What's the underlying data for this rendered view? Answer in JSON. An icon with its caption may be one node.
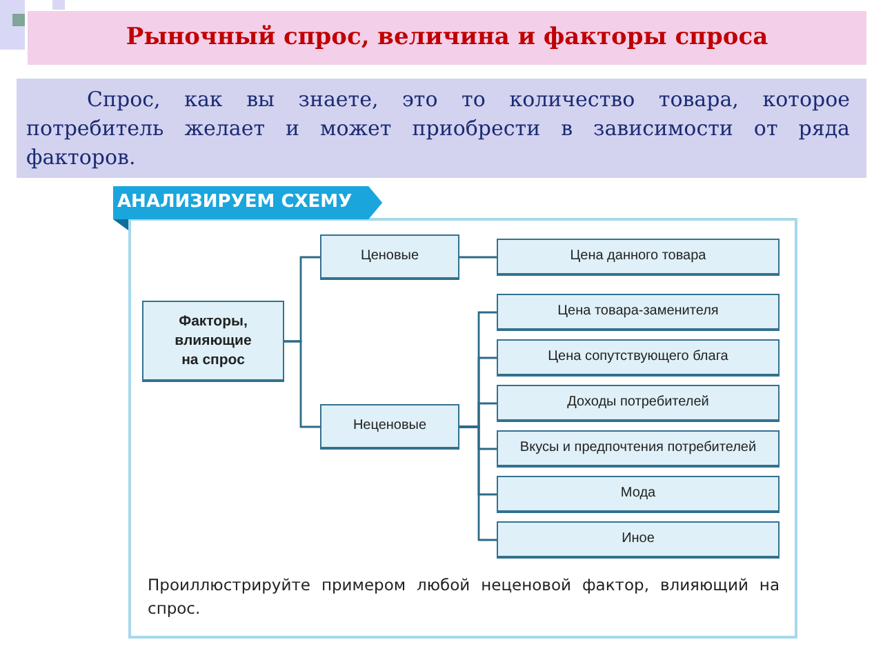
{
  "diagram": {
    "title": "Рыночный спрос, величина и факторы спроса",
    "nodes": [
      {
        "text": [
          "АНАЛИЗИРУЕМ СХЕМУ",
          "Проиллюстрируйте примером любой неценовой фактор, влияющий на спрос."
        ]
      },
      {
        "text": [
          "Факторы, влияющие на спрос"
        ],
        "in": 0
      },
      {
        "text": [
          "Ценовые"
        ],
        "in": 0
      },
      {
        "text": [
          "Неценовые"
        ],
        "in": 0
      },
      {
        "text": [
          "Цена данного товара"
        ],
        "in": 0
      },
      {
        "text": [
          "Цена товара-заменителя"
        ],
        "in": 0
      },
      {
        "text": [
          "Цена сопутствующего блага"
        ],
        "in": 0
      },
      {
        "text": [
          "Доходы потребителей"
        ],
        "in": 0
      },
      {
        "text": [
          "Вкусы и предпочтения потребителей"
        ],
        "in": 0
      },
      {
        "text": [
          "Мода"
        ],
        "in": 0
      },
      {
        "text": [
          "Иное"
        ],
        "in": 0
      }
    ],
    "edges": [
      {
        "from": 1,
        "to": 2,
        "arrow": "none"
      },
      {
        "from": 1,
        "to": 3,
        "arrow": "none"
      },
      {
        "from": 2,
        "to": 4,
        "arrow": "none"
      },
      {
        "from": 3,
        "to": 5,
        "arrow": "none"
      },
      {
        "from": 3,
        "to": 6,
        "arrow": "none"
      },
      {
        "from": 3,
        "to": 7,
        "arrow": "none"
      },
      {
        "from": 3,
        "to": 8,
        "arrow": "none"
      },
      {
        "from": 3,
        "to": 9,
        "arrow": "none"
      },
      {
        "from": 3,
        "to": 10,
        "arrow": "none"
      }
    ],
    "labels": [
      "Спрос, как вы знаете, это то количество товара, которое потребитель желает и может приобрести в зависимости от ряда факторов."
    ]
  }
}
